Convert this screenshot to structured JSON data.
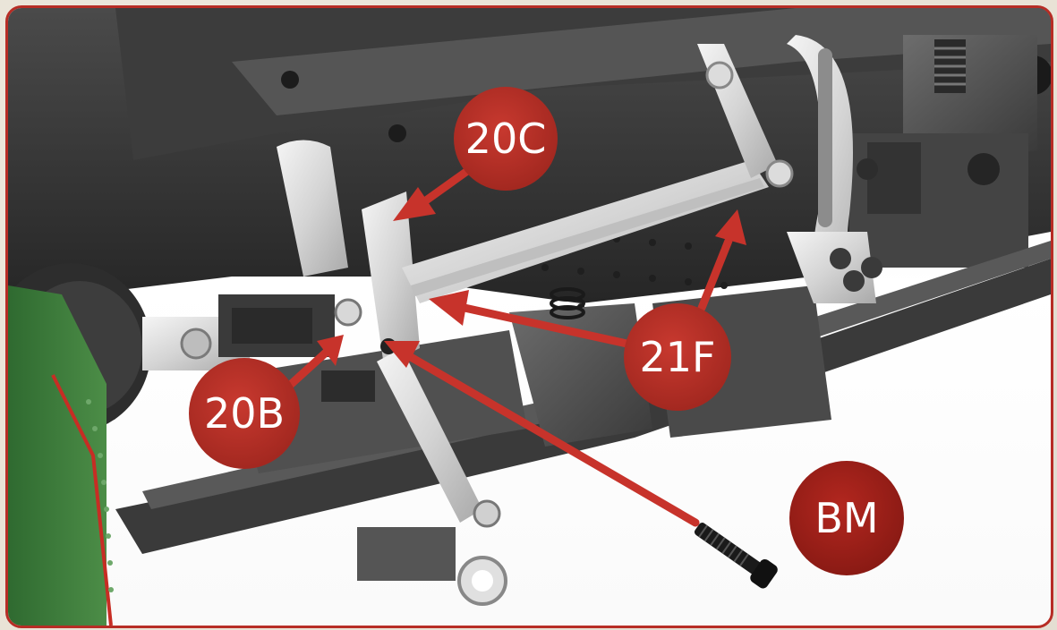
{
  "callouts": {
    "label_20C": "20C",
    "label_20B": "20B",
    "label_21F": "21F",
    "label_BM": "BM"
  },
  "colors": {
    "frame_border": "#b72d25",
    "badge_fill": "#b72d25",
    "arrow": "#c7332b",
    "tender_green": "#3b7a3a",
    "chassis_dark": "#2e2e2e",
    "metal_silver": "#d9d9d9"
  }
}
